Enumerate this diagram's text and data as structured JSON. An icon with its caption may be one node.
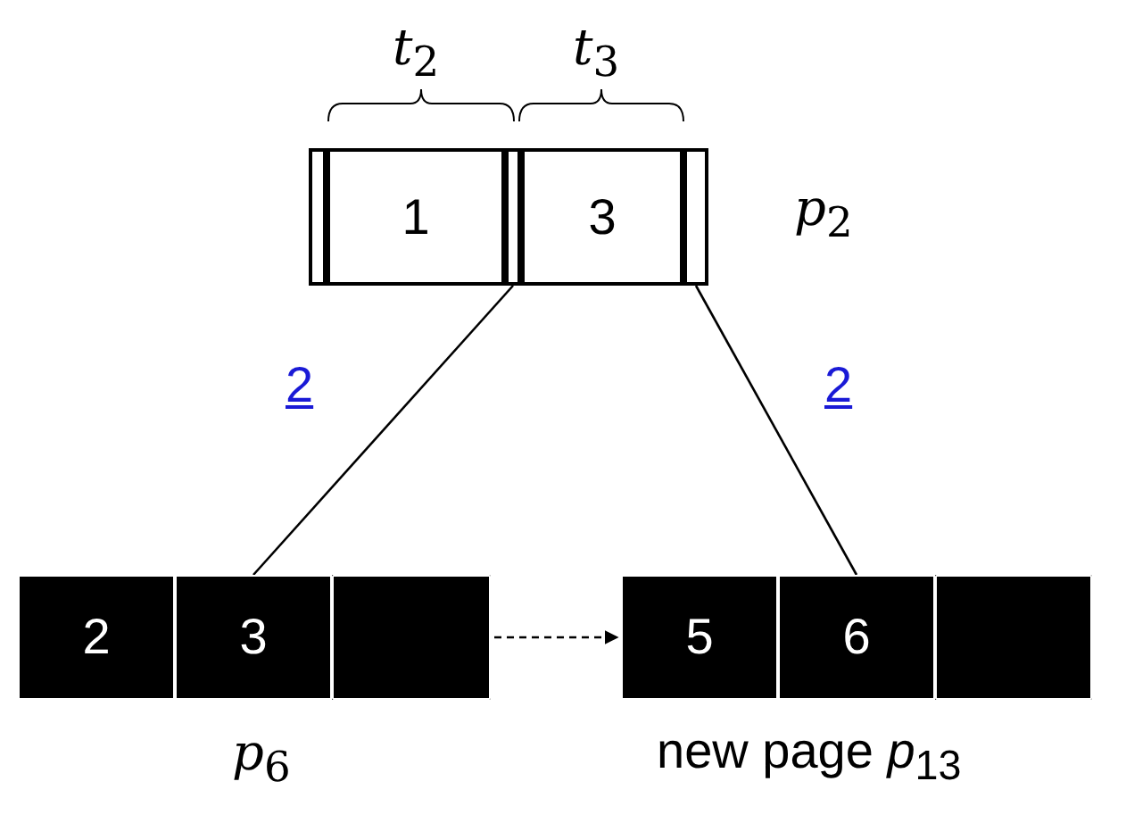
{
  "diagram": {
    "nodes": [
      {
        "text": [],
        "shape": "box",
        "beside": [
          "*p*$_{2}$"
        ]
      },
      {
        "text": [],
        "shape": "bar",
        "in": 0
      },
      {
        "text": [
          "1"
        ],
        "in": 0
      },
      {
        "text": [],
        "shape": "bar",
        "in": 0
      },
      {
        "text": [
          "3"
        ],
        "in": 0
      },
      {
        "text": [],
        "shape": "bar",
        "in": 0
      },
      {
        "text": [],
        "shape": "box",
        "beside": [
          "*p*$_{6}$"
        ]
      },
      {
        "text": [
          "2"
        ],
        "in": 6
      },
      {
        "text": [
          "3"
        ],
        "in": 6
      },
      {
        "text": [],
        "shape": "box",
        "in": 6
      },
      {
        "text": [],
        "shape": "box",
        "beside": [
          "new page *p*$_{13}$"
        ]
      },
      {
        "text": [
          "5"
        ],
        "in": 10
      },
      {
        "text": [
          "6"
        ],
        "in": 10
      },
      {
        "text": [],
        "shape": "box",
        "in": 10
      }
    ],
    "edges": [
      {
        "from": 3,
        "to": 8,
        "arrow": "none",
        "label": "2"
      },
      {
        "from": 5,
        "to": 12,
        "arrow": "none",
        "label": "2"
      },
      {
        "from": 6,
        "to": 10,
        "arrow": "to",
        "style": "dashed"
      }
    ],
    "labels": [
      "*t*$_{2}$",
      "*t*$_{3}$"
    ]
  }
}
